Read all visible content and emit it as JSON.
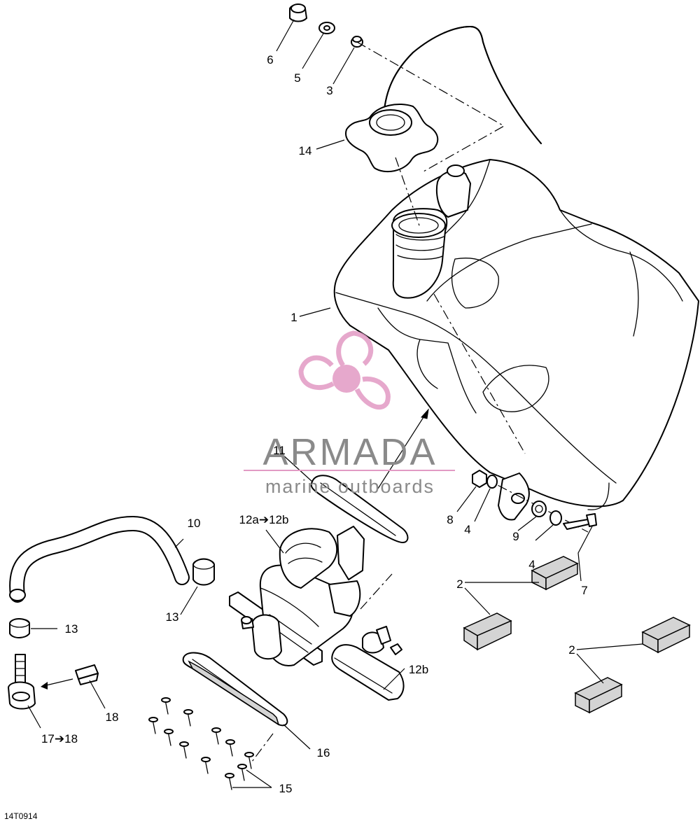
{
  "diagram": {
    "reference_code": "14T0914",
    "callouts": [
      {
        "id": "c6",
        "text": "6"
      },
      {
        "id": "c5",
        "text": "5"
      },
      {
        "id": "c3",
        "text": "3"
      },
      {
        "id": "c14",
        "text": "14"
      },
      {
        "id": "c1",
        "text": "1"
      },
      {
        "id": "c11",
        "text": "11"
      },
      {
        "id": "c10",
        "text": "10"
      },
      {
        "id": "c12a",
        "text": "12a➔12b"
      },
      {
        "id": "c8",
        "text": "8"
      },
      {
        "id": "c4a",
        "text": "4"
      },
      {
        "id": "c9",
        "text": "9"
      },
      {
        "id": "c4b",
        "text": "4"
      },
      {
        "id": "c7",
        "text": "7"
      },
      {
        "id": "c2a",
        "text": "2"
      },
      {
        "id": "c2b",
        "text": "2"
      },
      {
        "id": "c13a",
        "text": "13"
      },
      {
        "id": "c13b",
        "text": "13"
      },
      {
        "id": "c12b",
        "text": "12b"
      },
      {
        "id": "c18",
        "text": "18"
      },
      {
        "id": "c17",
        "text": "17➔18"
      },
      {
        "id": "c16",
        "text": "16"
      },
      {
        "id": "c15",
        "text": "15"
      }
    ]
  },
  "watermark": {
    "brand": "ARMADA",
    "tagline": "marine outboards",
    "color": "#e29ac4",
    "text_color": "#8a8a8a"
  }
}
